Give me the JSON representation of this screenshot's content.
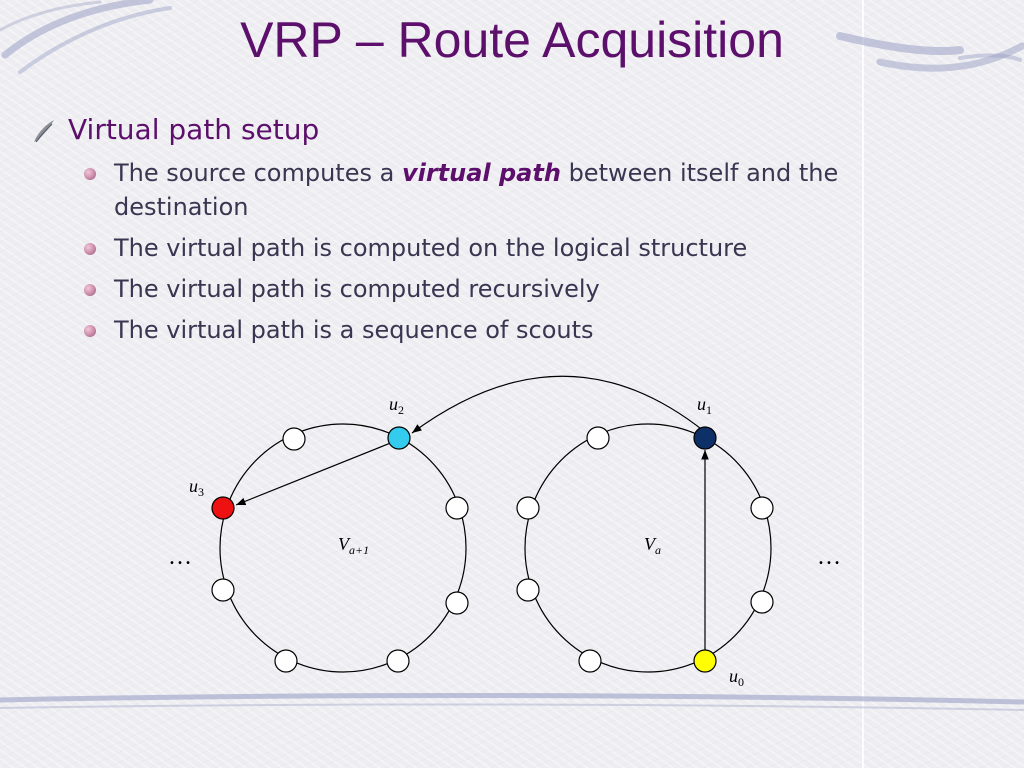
{
  "slide": {
    "title": "VRP – Route Acquisition",
    "bullet": "Virtual path setup",
    "sub_bullets": [
      {
        "before": "The source computes a ",
        "emphasis": "virtual path",
        "after": " between itself and the destination"
      },
      {
        "text": "The virtual path is computed on the logical structure"
      },
      {
        "text": "The virtual path is computed recursively"
      },
      {
        "text": "The virtual path is a sequence of scouts"
      }
    ]
  },
  "diagram": {
    "rings": [
      {
        "label": "V",
        "subscript": "a+1"
      },
      {
        "label": "V",
        "subscript": "a"
      }
    ],
    "nodes": {
      "u0": {
        "label": "u",
        "subscript": "0",
        "color": "#ffff00"
      },
      "u1": {
        "label": "u",
        "subscript": "1",
        "color": "#0d3068"
      },
      "u2": {
        "label": "u",
        "subscript": "2",
        "color": "#33ccee"
      },
      "u3": {
        "label": "u",
        "subscript": "3",
        "color": "#ee1111"
      }
    },
    "ellipsis": "…",
    "colors": {
      "plain_node": "#ffffff",
      "stroke": "#000000"
    }
  },
  "theme": {
    "title_color": "#5c0f6b",
    "text_color": "#3a3550",
    "bullet_color": "#c98aa8"
  }
}
